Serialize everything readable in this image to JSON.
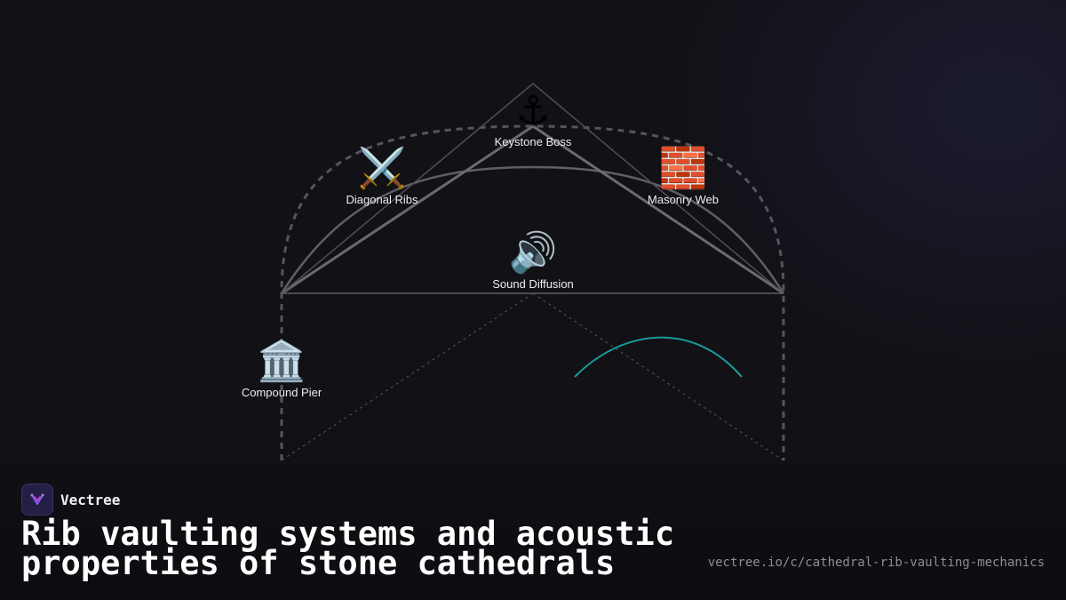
{
  "brand": {
    "name": "Vectree",
    "logo_icon": "vectree-logo-icon"
  },
  "title": "Rib vaulting systems and acoustic properties of stone cathedrals",
  "url": "vectree.io/c/cathedral-rib-vaulting-mechanics",
  "nodes": [
    {
      "label": "Keystone Boss",
      "icon": "⚓"
    },
    {
      "label": "Diagonal Ribs",
      "icon": "⚔️"
    },
    {
      "label": "Masonry Web",
      "icon": "🧱"
    },
    {
      "label": "Sound Diffusion",
      "icon": "🔊"
    },
    {
      "label": "Compound Pier",
      "icon": "🏛️"
    }
  ],
  "colors": {
    "background": "#111116",
    "lines": "#66666c",
    "acoustic_arc": "#1a9a9a",
    "logo_bg": "#231f45"
  }
}
